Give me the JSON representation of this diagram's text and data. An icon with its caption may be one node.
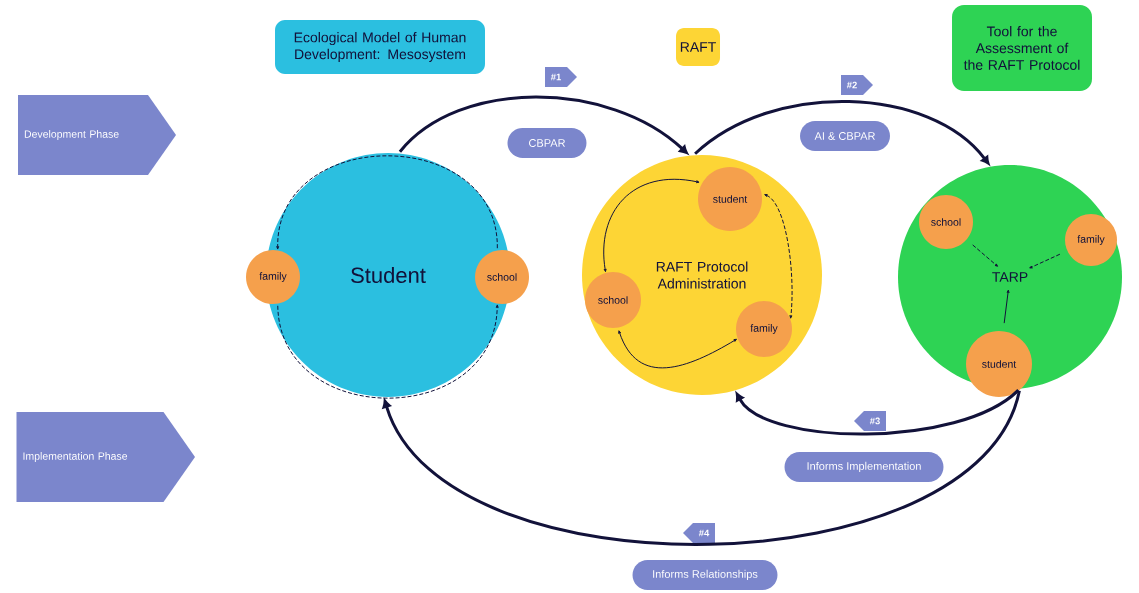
{
  "diagram": {
    "nodes": [
      {
        "text": [
          "Development Phase"
        ]
      },
      {
        "text": [
          "Implementation Phase"
        ]
      },
      {
        "text": [
          "Ecological Model of Human Development: Mesosystem"
        ]
      },
      {
        "text": [
          "RAFT"
        ]
      },
      {
        "text": [
          "Tool for the Assessment of the RAFT Protocol"
        ]
      },
      {
        "text": [
          "#1"
        ]
      },
      {
        "text": [
          "CBPAR"
        ]
      },
      {
        "text": [
          "#2"
        ]
      },
      {
        "text": [
          "AI & CBPAR"
        ]
      },
      {
        "text": [
          "Student"
        ]
      },
      {
        "text": [
          "family"
        ],
        "in": 9
      },
      {
        "text": [
          "school"
        ],
        "in": 9
      },
      {
        "text": [
          "RAFT Protocol Administration"
        ]
      },
      {
        "text": [
          "student"
        ],
        "in": 12
      },
      {
        "text": [
          "school"
        ],
        "in": 12
      },
      {
        "text": [
          "family"
        ],
        "in": 12
      },
      {
        "text": [],
        "shape": "circle"
      },
      {
        "text": [
          "TARP"
        ],
        "in": 16
      },
      {
        "text": [
          "school"
        ],
        "in": 16
      },
      {
        "text": [
          "family"
        ],
        "in": 16
      },
      {
        "text": [
          "student"
        ],
        "in": 16
      },
      {
        "text": [
          "#3"
        ]
      },
      {
        "text": [
          "Informs Implementation"
        ]
      },
      {
        "text": [
          "#4"
        ]
      },
      {
        "text": [
          "Informs Relationships"
        ]
      }
    ],
    "edges": [
      {
        "from": 9,
        "to": 12,
        "arrow": "to",
        "style": "thick"
      },
      {
        "from": 12,
        "to": 16,
        "arrow": "to",
        "style": "thick"
      },
      {
        "from": 16,
        "to": 12,
        "arrow": "to",
        "style": "thick"
      },
      {
        "from": 16,
        "to": 9,
        "arrow": "to",
        "style": "thick"
      },
      {
        "from": 11,
        "to": 10,
        "arrow": "to",
        "style": "dashed"
      },
      {
        "from": 10,
        "to": 11,
        "arrow": "to",
        "style": "dashed"
      },
      {
        "from": 13,
        "to": 14,
        "arrow": "both"
      },
      {
        "from": 13,
        "to": 15,
        "arrow": "both",
        "style": "dashed"
      },
      {
        "from": 14,
        "to": 15,
        "arrow": "both"
      },
      {
        "from": 18,
        "to": 17,
        "arrow": "to",
        "style": "dashed"
      },
      {
        "from": 19,
        "to": 17,
        "arrow": "to",
        "style": "dashed"
      },
      {
        "from": 20,
        "to": 17,
        "arrow": "to"
      }
    ]
  }
}
